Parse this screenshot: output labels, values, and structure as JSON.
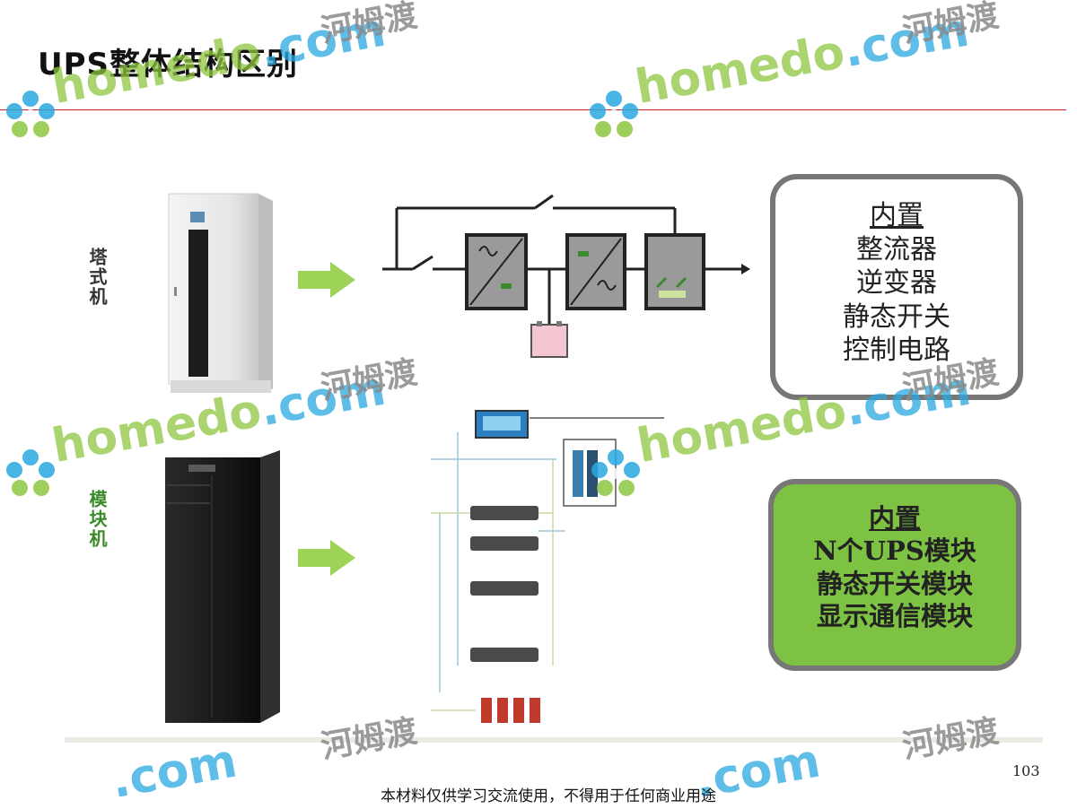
{
  "slide": {
    "title": "UPS整体结构区别",
    "page_number": "103",
    "footer": "本材料仅供学习交流使用，不得用于任何商业用途"
  },
  "tower": {
    "label": "塔式机",
    "features": {
      "heading": "内置",
      "items": [
        "整流器",
        "逆变器",
        "静态开关",
        "控制电路"
      ]
    }
  },
  "modular": {
    "label": "模块机",
    "features": {
      "heading": "内置",
      "items": [
        "N个UPS模块",
        "静态开关模块",
        "显示通信模块"
      ]
    }
  },
  "watermark": {
    "brand_name": "homedo",
    "brand_domain": ".com",
    "chinese": "河姆渡"
  },
  "colors": {
    "title_rule": "#c8201e",
    "arrow_green": "#8ccc3a",
    "modular_box_fill": "#7dc242",
    "box_border": "#777777",
    "watermark_green": "#8ec63f",
    "watermark_blue": "#2aa9e0"
  },
  "icons": [
    "ac-dc-rectifier-icon",
    "dc-ac-inverter-icon",
    "static-switch-icon",
    "battery-icon",
    "flower-logo-icon"
  ]
}
